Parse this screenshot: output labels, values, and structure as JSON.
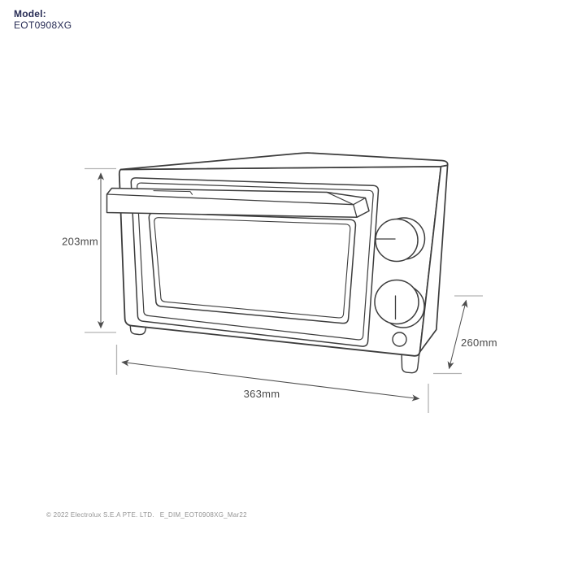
{
  "header": {
    "model_label": "Model:",
    "model_value": "EOT0908XG",
    "text_color": "#262b54"
  },
  "drawing": {
    "subject": "toaster-oven",
    "style": "monochrome technical line drawing, three-quarter perspective",
    "parts": [
      "body",
      "top-face",
      "side-face",
      "door-frame",
      "glass-window",
      "door-handle",
      "temperature-knob",
      "timer-knob",
      "indicator-light",
      "front-left-foot",
      "front-right-foot"
    ],
    "line_color": "#3d3d3d"
  },
  "dimensions": {
    "height": {
      "label": "203mm"
    },
    "width": {
      "label": "363mm"
    },
    "depth": {
      "label": "260mm"
    },
    "arrow_color": "#4d4d4d",
    "tick_color": "#b3b3b3",
    "label_color": "#4a4a4a"
  },
  "footer": {
    "copyright": "© 2022 Electrolux S.E.A PTE. LTD.",
    "doc_ref": "E_DIM_EOT0908XG_Mar22",
    "text_color": "#939393"
  }
}
